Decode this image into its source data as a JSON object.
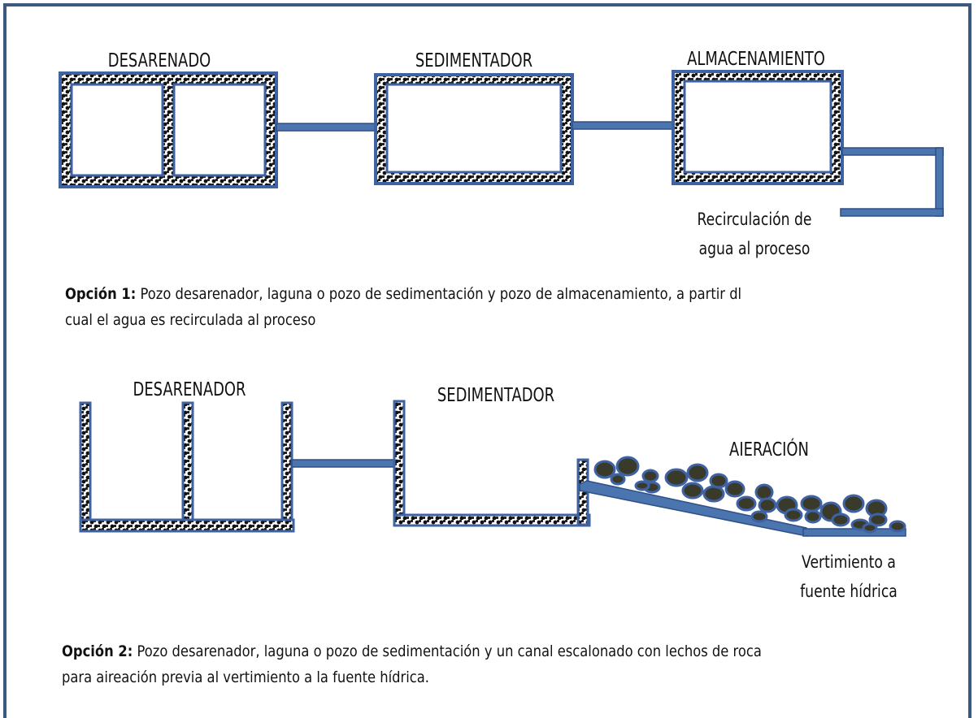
{
  "option1": {
    "labels": {
      "desarenado": "DESARENADO",
      "sedimentador": "SEDIMENTADOR",
      "almacenamiento": "ALMACENAMIENTO",
      "recirculacion_line1": "Recirculación de",
      "recirculacion_line2": "agua al proceso"
    },
    "caption_bold": "Opción 1:",
    "caption_text": " Pozo desarenador, laguna o pozo de sedimentación y pozo de almacenamiento, a partir dl",
    "caption_text2": "cual el agua es recirculada al proceso"
  },
  "option2": {
    "labels": {
      "desarenador": "DESARENADOR",
      "sedimentador": "SEDIMENTADOR",
      "aieracion": "AIERACIÓN",
      "vertimiento_line1": "Vertimiento a",
      "vertimiento_line2": "fuente hídrica"
    },
    "caption_bold": "Opción 2:",
    "caption_text": " Pozo desarenador, laguna o pozo de sedimentación y un canal escalonado con lechos de roca",
    "caption_text2": "para aireación previa al vertimiento a la fuente hídrica."
  },
  "colors": {
    "frame": "#3c587f",
    "wall": "#3f62a3",
    "pipe": "#4a75ae",
    "rock_fill": "#3a3a2a",
    "rock_edge": "#3f62a3"
  }
}
